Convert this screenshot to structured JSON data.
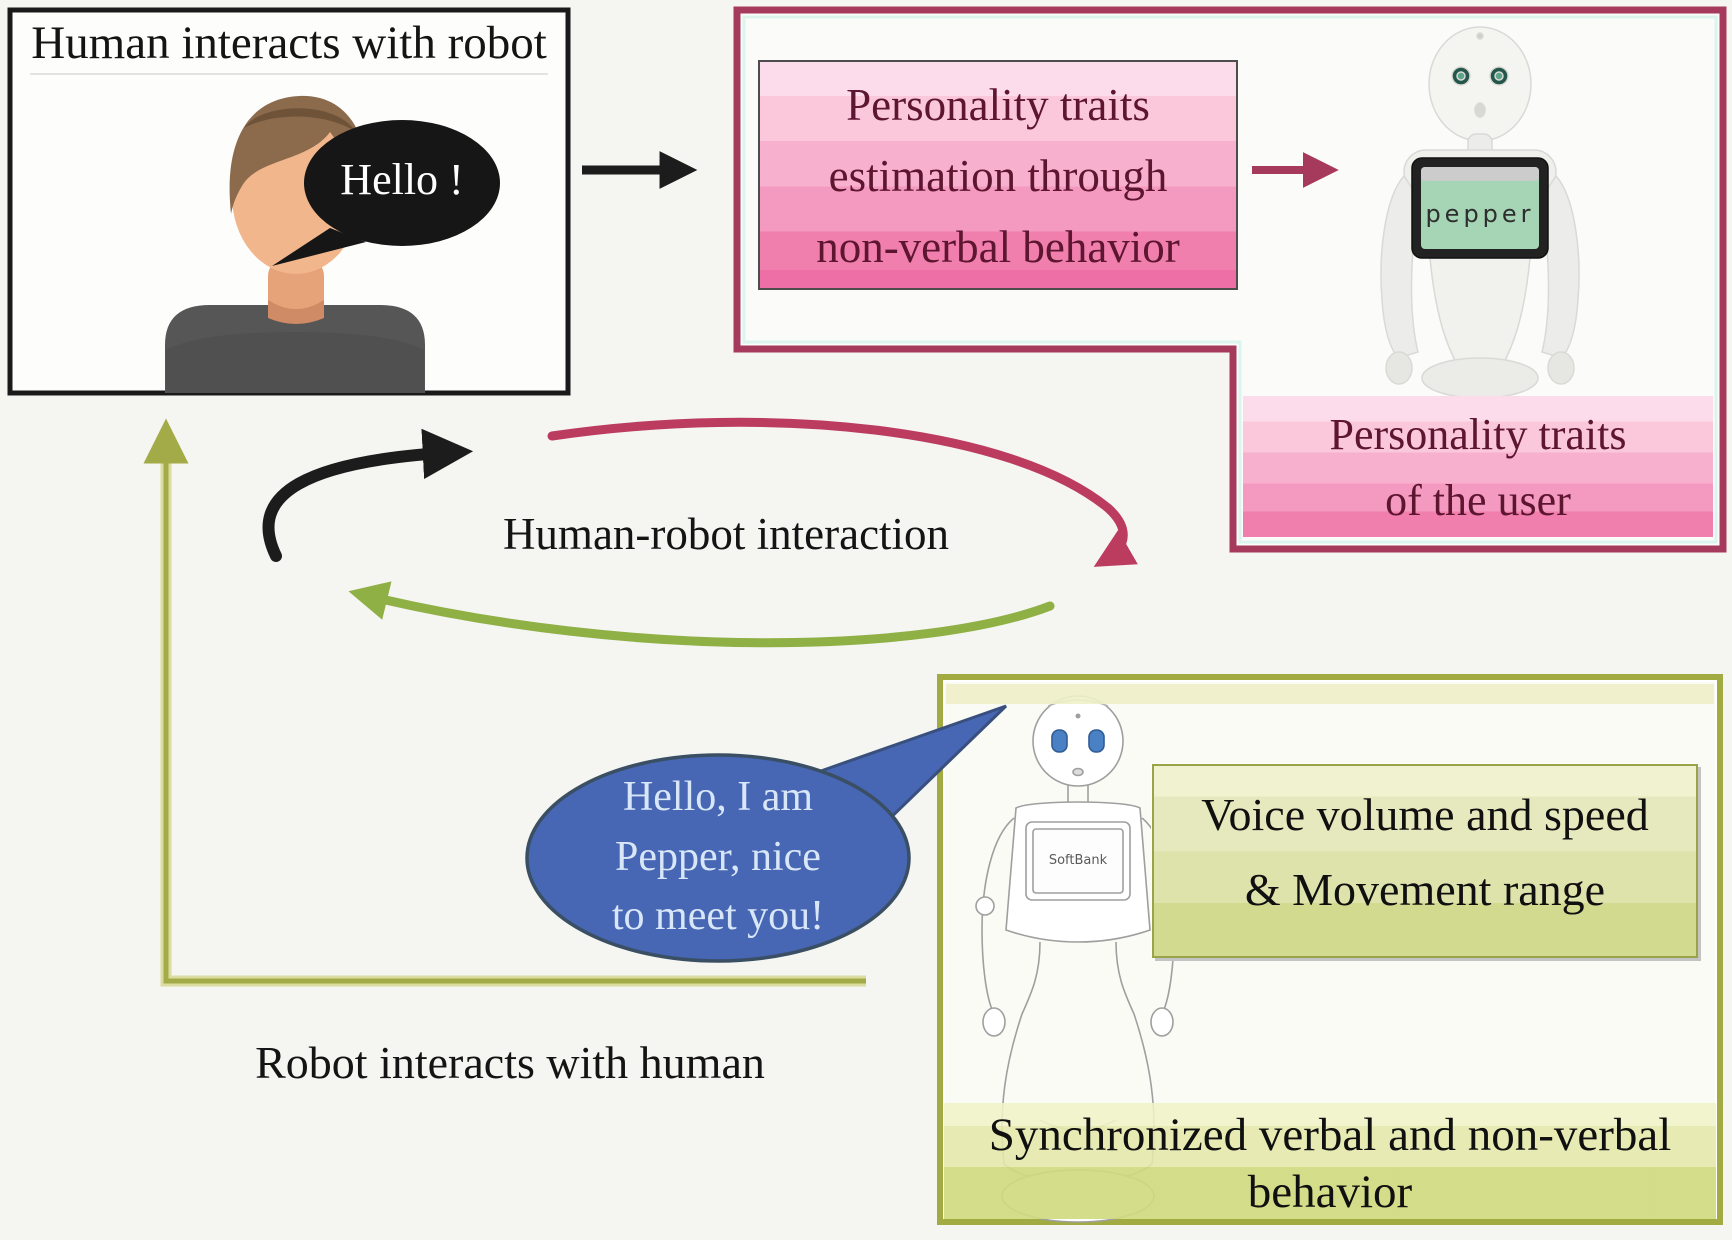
{
  "human_box": {
    "title": "Human interacts with robot",
    "speech_bubble": "Hello !"
  },
  "estimation_box": {
    "lines": [
      "Personality traits",
      "estimation through",
      "non-verbal behavior"
    ]
  },
  "user_traits_box": {
    "lines": [
      "Personality traits",
      "of the user"
    ]
  },
  "hri_label": "Human-robot interaction",
  "robot_label": "Robot interacts with human",
  "pepper_photo": {
    "screen_text": "pepper"
  },
  "robot_sketch": {
    "screen_text": "SoftBank"
  },
  "robot_bubble": {
    "lines": [
      "Hello, I am",
      "Pepper, nice",
      "to meet you!"
    ]
  },
  "voice_box": {
    "lines": [
      "Voice volume and speed",
      "& Movement range"
    ]
  },
  "sync_box": {
    "lines": [
      "Synchronized verbal and non-verbal",
      "behavior"
    ]
  },
  "colors": {
    "background": "#f5f5f2",
    "human_box_border": "#1a1a1a",
    "speech_bubble_black": "#161616",
    "estimation_container_border": "#a63a5c",
    "pink_gradient_top": "#fcdcea",
    "pink_gradient_bottom": "#ee6fa5",
    "pink_text": "#5e1630",
    "behavior_container_border": "#a2aa42",
    "yellow_gradient_top": "#f1f3d0",
    "yellow_gradient_bottom": "#d2da90",
    "robot_bubble_fill": "#4766b3",
    "robot_bubble_text": "#d8e7f8",
    "hri_arrow_red": "#bc3c60",
    "hri_arrow_green": "#8fb044",
    "return_arrow_olive": "#a3ab48",
    "arrow_black": "#1c1c1c"
  }
}
